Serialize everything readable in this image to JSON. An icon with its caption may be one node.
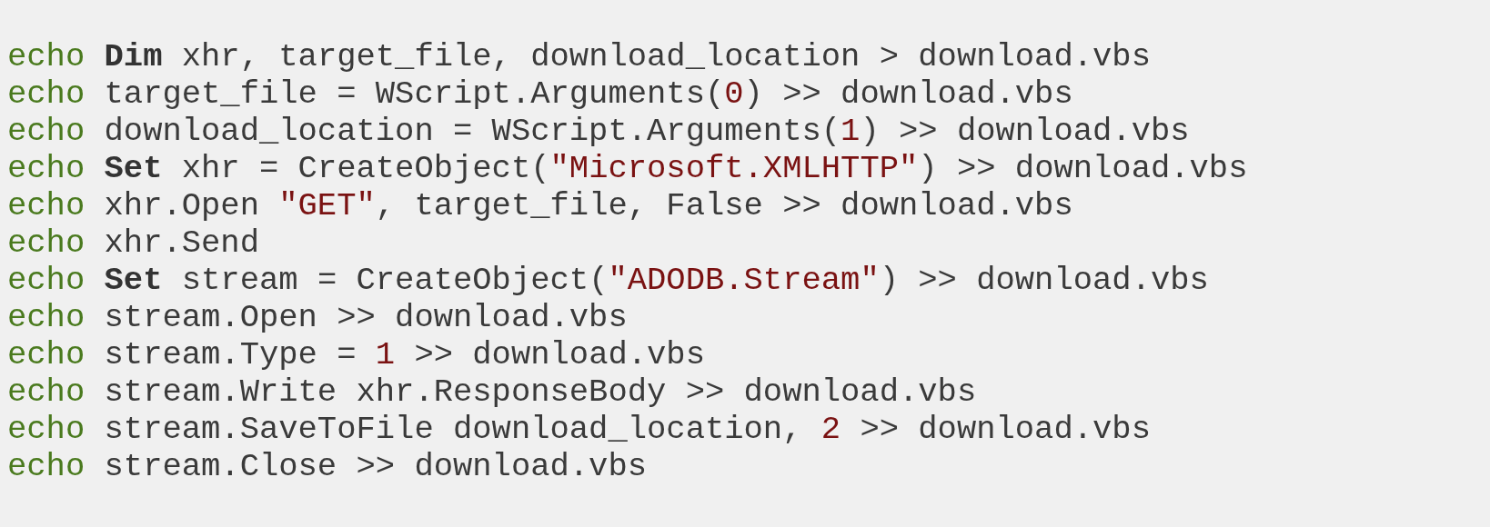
{
  "diagram": {
    "labels": [
      "echo **Dim** xhr, target_file, download_location > download.vbs",
      "echo target_file = WScript.Arguments(0) >> download.vbs",
      "echo download_location = WScript.Arguments(1) >> download.vbs",
      "echo **Set** xhr = CreateObject(\"Microsoft.XMLHTTP\") >> download.vbs",
      "echo xhr.Open \"GET\", target_file, False >> download.vbs",
      "echo xhr.Send",
      "echo **Set** stream = CreateObject(\"ADODB.Stream\") >> download.vbs",
      "echo stream.Open >> download.vbs",
      "echo stream.Type = 1 >> download.vbs",
      "echo stream.Write xhr.ResponseBody >> download.vbs",
      "echo stream.SaveToFile download_location, 2 >> download.vbs",
      "echo stream.Close >> download.vbs"
    ]
  }
}
